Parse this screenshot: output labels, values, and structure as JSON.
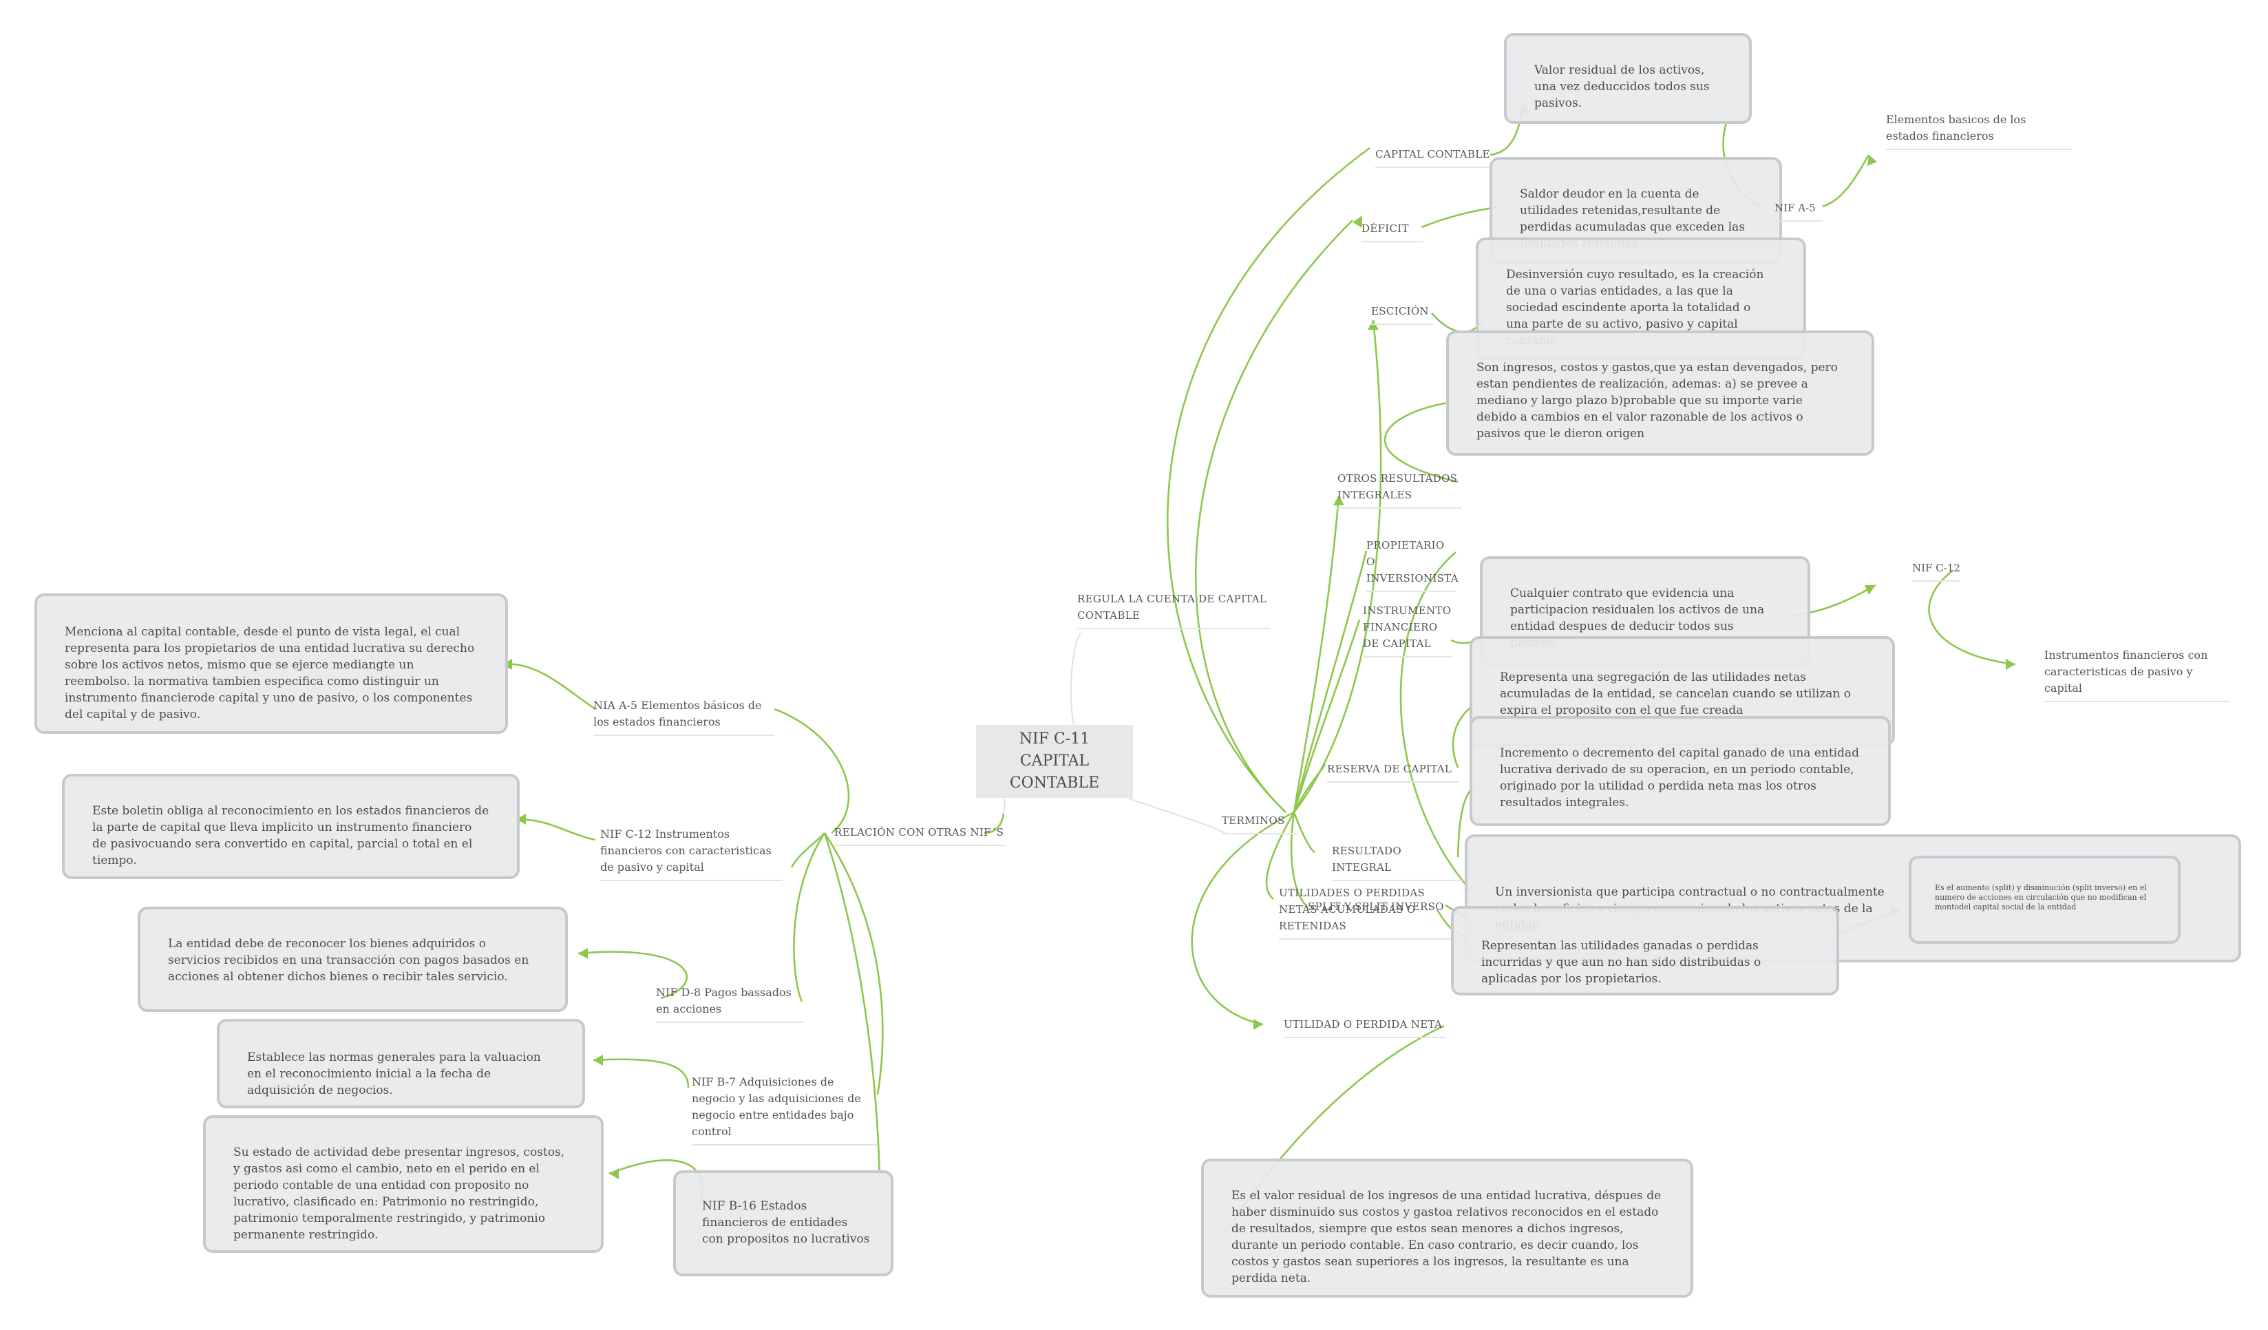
{
  "root": {
    "title": "NIF C-11 CAPITAL CONTABLE"
  },
  "branches": {
    "regula": "REGULA LA CUENTA DE CAPITAL CONTABLE",
    "terminos": "TERMINOS",
    "relacion": "RELACIÓN CON OTRAS NIF´S"
  },
  "terms": {
    "capital_contable": "CAPITAL CONTABLE",
    "deficit": "DÉFICIT",
    "escision": "ESCICIÓN",
    "otros_resultados": "OTROS RESULTADOS INTEGRALES",
    "propietario": "PROPIETARIO O INVERSIONISTA",
    "instrumento": "INSTRUMENTO FINANCIERO DE CAPITAL",
    "reserva": "RESERVA DE CAPITAL",
    "resultado_integral": "RESULTADO INTEGRAL",
    "split": "SPLIT Y SPLIT INVERSO",
    "utilidades": "UTILIDADES O PERDIDAS NETAS ACUMULADAS O RETENIDAS",
    "utilidad_neta": "UTILIDAD O PERDIDA NETA"
  },
  "definitions": {
    "capital_contable": "Valor residual de los activos, una vez deduccidos todos sus pasivos.",
    "deficit": "Saldor deudor en la cuenta de utilidades retenidas,resultante de perdidas acumuladas que exceden las utilidades retenidas",
    "escision": "Desinversión cuyo resultado, es la creación de una o varias entidades, a las que la sociedad escindente aporta la totalidad o una parte de su activo, pasivo y capital contable",
    "otros_resultados": "Son ingresos, costos y gastos,que ya estan devengados, pero estan pendientes de realización, ademas: a) se prevee a mediano y largo plazo b)probable que su importe varie debido a cambios en el valor razonable de los activos o pasivos que le dieron origen",
    "instrumento": "Cualquier contrato que evidencia una participacion residualen los activos de una entidad despues de deducir todos sus pasivos.",
    "reserva": "Representa una segregación de las utilidades netas acumuladas de la entidad, se cancelan cuando se utilizan o expira el proposito con el que fue creada",
    "resultado_integral": "Incremento o decremento del capital ganado de una entidad lucrativa derivado de su operacion, en un periodo contable, originado por la utilidad o perdida neta mas los otros resultados integrales.",
    "propietario": "Un inversionista que participa contractual o no contractualmente en los beneficios y riesgos economicosde los activos netos de la entidad",
    "split": "Es el aumento (split) y disminución (split inverso) en el numero de acciones en circulación que no modifican el montodel capital social de la entidad",
    "utilidades": "Representan las utilidades ganadas o perdidas incurridas y que aun no han sido distribuidas o aplicadas por los propietarios.",
    "utilidad_neta": "Es el valor residual de los ingresos de una entidad lucrativa, déspues de haber disminuido sus costos y gastoa relativos reconocidos en el estado de resultados, siempre que estos sean menores a dichos ingresos, durante un periodo contable. En caso contrario, es decir cuando, los costos y gastos sean superiores a los ingresos, la resultante es una perdida neta."
  },
  "nif_refs": {
    "nif_a5": "NIF A-5",
    "nif_a5_desc": "Elementos basicos de los estados financieros",
    "nif_c12": "NIF C-12",
    "nif_c12_desc": "Instrumentos financieros con caracteristicas de pasivo y capital"
  },
  "related": {
    "nia_a5": "NIA A-5 Elementos básicos de los estados financieros",
    "nia_a5_desc": "Menciona al capital contable, desde el punto de vista legal, el cual representa para los propietarios de una entidad lucrativa su derecho sobre los activos netos, mismo que se ejerce mediangte un reembolso. la normativa tambien especifica como distinguir un instrumento financierode capital y uno de pasivo, o los componentes del capital y de pasivo.",
    "nif_c12": "NIF C-12 Instrumentos financieros con caracteristicas de pasivo y capital",
    "nif_c12_desc": "Este boletin obliga al reconocimiento en los estados financieros de la parte de capital que lleva implicito un instrumento financiero de pasivocuando sera convertido en capital, parcial o total en el tiempo.",
    "nif_d8": "NIF D-8 Pagos bassados en acciones",
    "nif_d8_desc": "La entidad debe de reconocer los bienes adquiridos o servicios recibidos en una transacción con pagos basados en acciones al obtener dichos bienes o recibir tales servicio.",
    "nif_b7": "NIF B-7 Adquisiciones de negocio y las adquisiciones de negocio entre entidades bajo control",
    "nif_b7_desc": "Establece las normas generales para la valuacion en el reconocimiento inicial a la fecha de adquisición de negocios.",
    "nif_b16": "NIF B-16 Estados financieros de entidades con propositos no lucrativos",
    "nif_b16_desc": "Su estado de actividad debe presentar ingresos, costos, y gastos asi como el cambio, neto en el perido en el periodo contable de una entidad con proposito no lucrativo, clasificado en: Patrimonio no restringido, patrimonio temporalmente restringido, y patrimonio permanente restringido."
  },
  "colors": {
    "link": "#8cc84b",
    "box_bg": "#e8e9eb",
    "box_border": "#c8c9cc"
  }
}
